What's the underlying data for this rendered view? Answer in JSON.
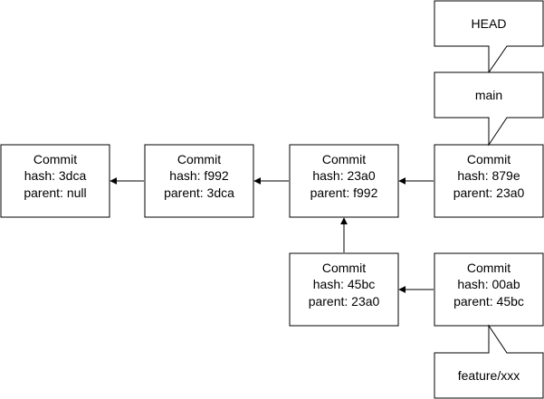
{
  "diagram": {
    "colors": {
      "stroke": "#000000",
      "fill": "#ffffff",
      "text": "#000000"
    },
    "commits": [
      {
        "id": "c1",
        "title": "Commit",
        "hash": "hash: 3dca",
        "parent": "parent: null"
      },
      {
        "id": "c2",
        "title": "Commit",
        "hash": "hash: f992",
        "parent": "parent: 3dca"
      },
      {
        "id": "c3",
        "title": "Commit",
        "hash": "hash: 23a0",
        "parent": "parent: f992"
      },
      {
        "id": "c4",
        "title": "Commit",
        "hash": "hash: 879e",
        "parent": "parent: 23a0"
      },
      {
        "id": "c5",
        "title": "Commit",
        "hash": "hash: 45bc",
        "parent": "parent: 23a0"
      },
      {
        "id": "c6",
        "title": "Commit",
        "hash": "hash: 00ab",
        "parent": "parent: 45bc"
      }
    ],
    "refs": [
      {
        "id": "head",
        "label": "HEAD"
      },
      {
        "id": "main",
        "label": "main"
      },
      {
        "id": "feature",
        "label": "feature/xxx"
      }
    ]
  }
}
